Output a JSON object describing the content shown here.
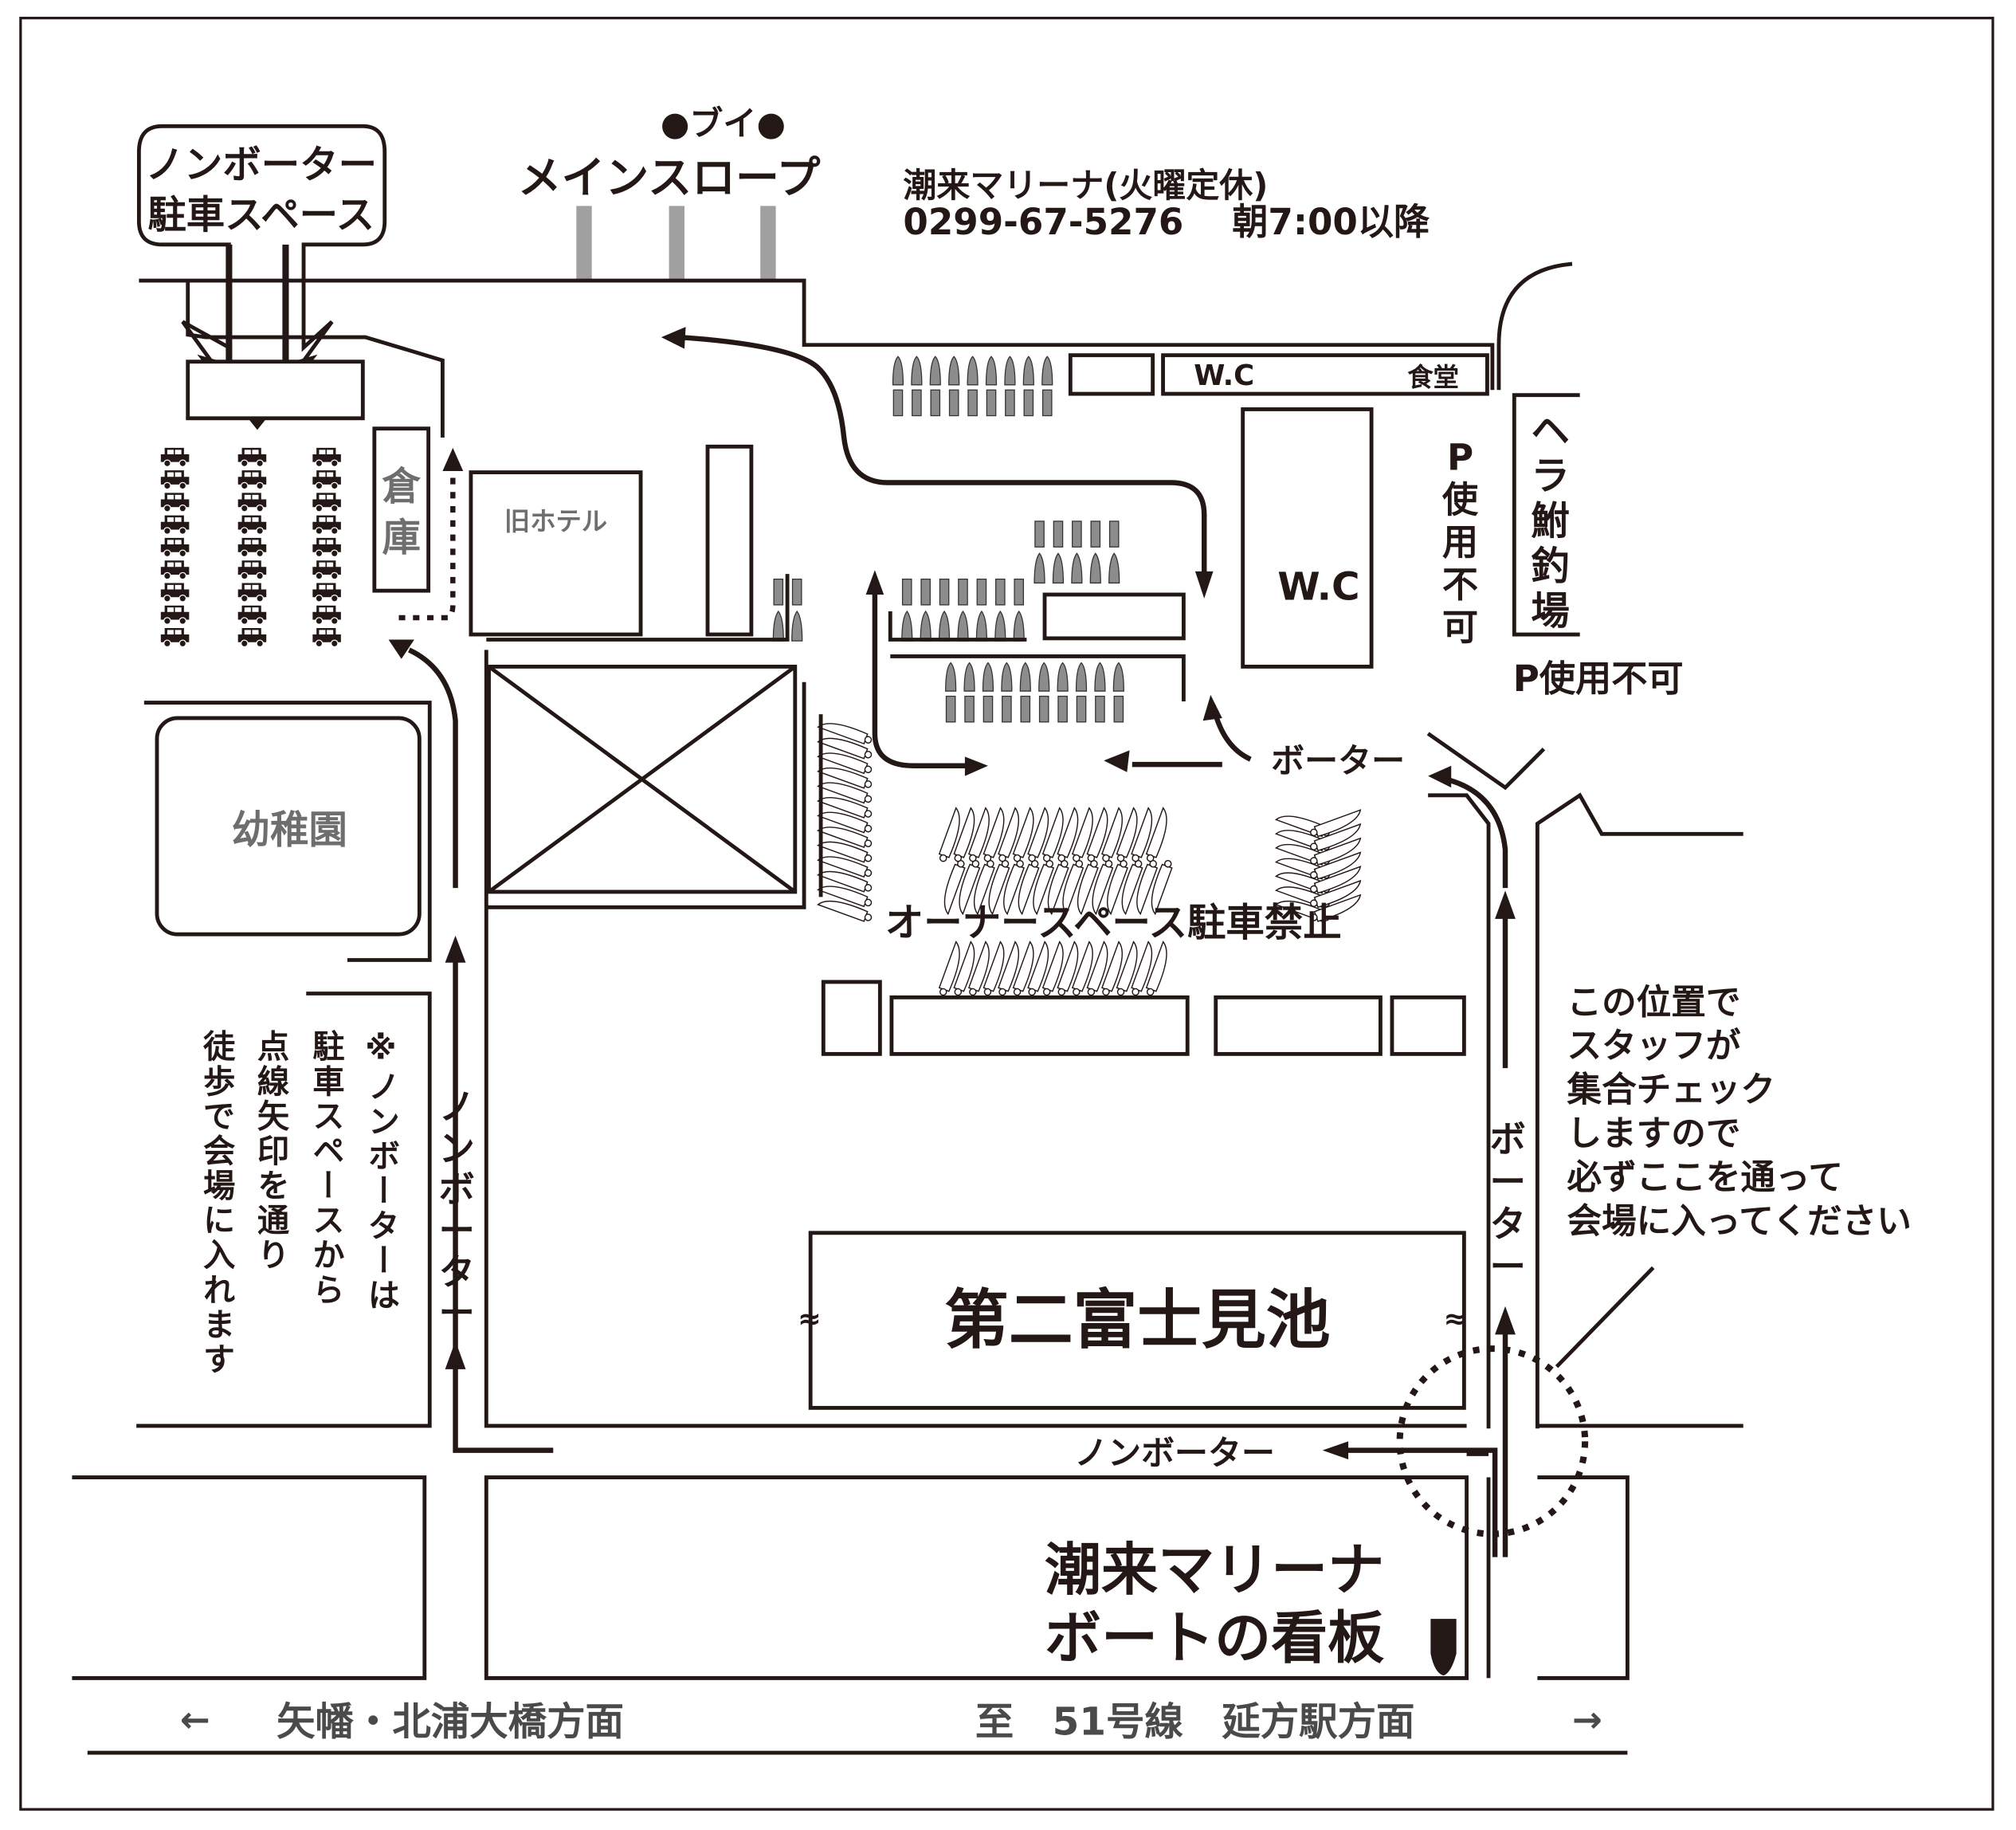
{
  "map": {
    "title_box": {
      "line1": "ノンボーター",
      "line2": "駐車スペース"
    },
    "buoy_label": "●ブイ●",
    "main_slope": "メインスロープ",
    "marina_info": {
      "line1": "潮来マリーナ(火曜定休)",
      "line2": "0299-67-5276　 朝7:00以降"
    },
    "wc_top": "W.C",
    "cafeteria": "食堂",
    "warehouse": {
      "c1": "倉",
      "c2": "庫"
    },
    "old_hotel": "旧ホテル",
    "wc_main": "W.C",
    "parking_unavailable_vertical": [
      "P",
      "使",
      "用",
      "不",
      "可"
    ],
    "herabuna_fishing": [
      "ヘ",
      "ラ",
      "鮒",
      "釣",
      "場"
    ],
    "parking_unavailable": "P使用不可",
    "kindergarten": "幼稚園",
    "boater_label_right": "ボーター",
    "owner_space_notice": "オーナースペース駐車禁止",
    "note_lines": [
      "※ノンボーターは",
      "駐車スペースから",
      "点線矢印を通り",
      "徒歩で会場に入れます"
    ],
    "nonboater_vertical": [
      "ノ",
      "ン",
      "ボ",
      "ー",
      "タ",
      "ー"
    ],
    "boater_vertical": [
      "ボ",
      "ー",
      "タ",
      "ー"
    ],
    "staff_check": [
      "この位置で",
      "スタッフが",
      "集合チェック",
      "しますので",
      "必ずここを通って",
      "会場に入ってください"
    ],
    "pond": "第二富士見池",
    "nonboater_bottom": "ノンボーター",
    "sign": {
      "line1": "潮来マリーナ",
      "line2": "ボートの看板"
    },
    "road_left": {
      "arrow": "←",
      "text": "矢幡・北浦大橋方面"
    },
    "road_right": {
      "text": "至　51号線　延方駅方面",
      "arrow": "→"
    },
    "car_columns": 3,
    "cars_per_column": 9,
    "colors": {
      "ink": "#231815",
      "gray_text": "#6e6e6e",
      "boat_gray": "#8c8c8c",
      "slope_gray": "#a0a0a0"
    }
  }
}
